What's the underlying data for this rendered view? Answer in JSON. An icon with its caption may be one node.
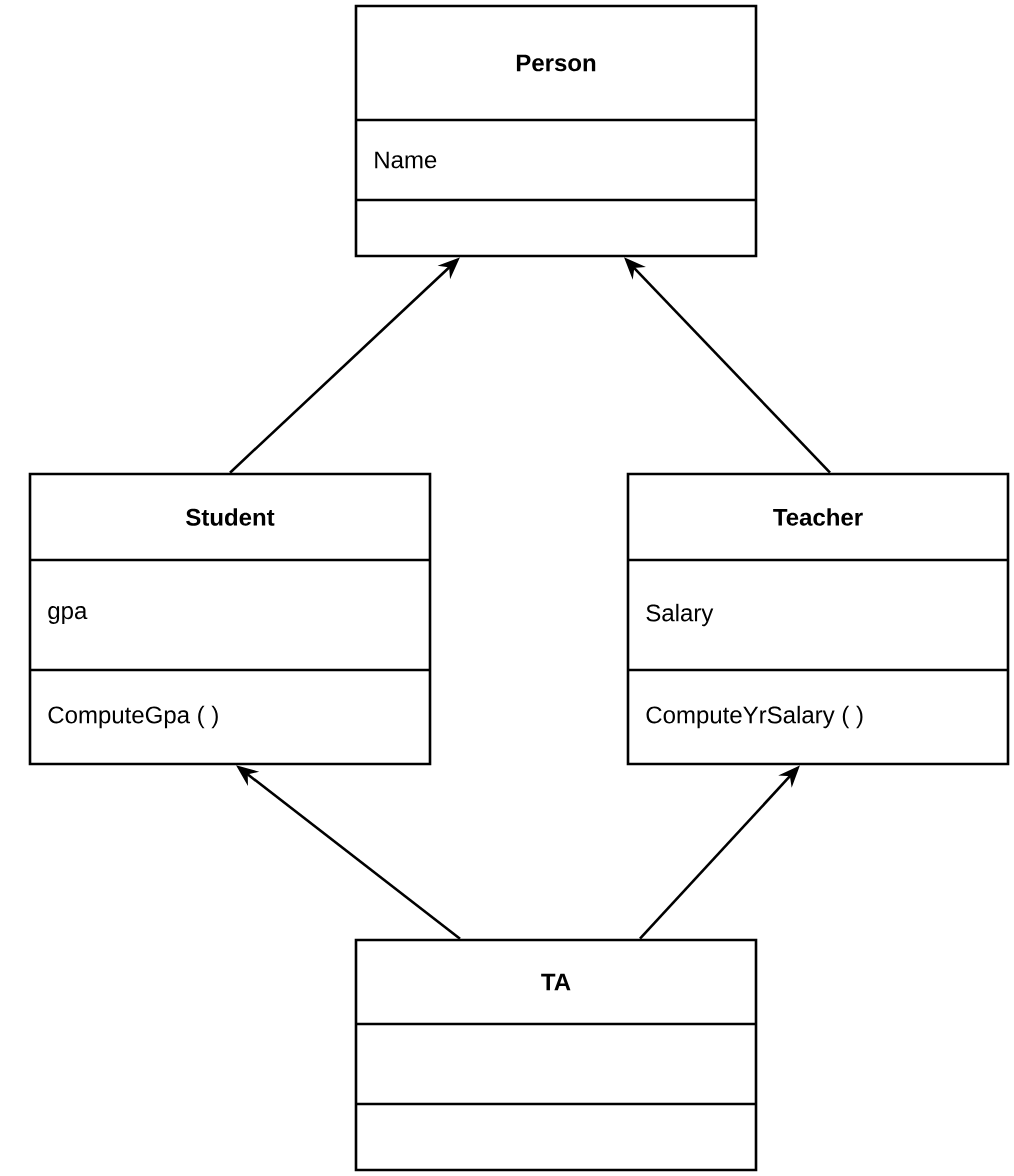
{
  "diagram": {
    "nodes": [
      {
        "text": [
          "Person",
          "Name"
        ]
      },
      {
        "text": [
          "Student",
          "gpa",
          "ComputeGpa ( )"
        ]
      },
      {
        "text": [
          "Teacher",
          "Salary",
          "ComputeYrSalary ( )"
        ]
      },
      {
        "text": [
          "TA"
        ]
      }
    ],
    "edges": [
      {
        "from": 1,
        "to": 0,
        "arrow": "to"
      },
      {
        "from": 2,
        "to": 0,
        "arrow": "to"
      },
      {
        "from": 3,
        "to": 1,
        "arrow": "to"
      },
      {
        "from": 3,
        "to": 2,
        "arrow": "to"
      }
    ]
  }
}
